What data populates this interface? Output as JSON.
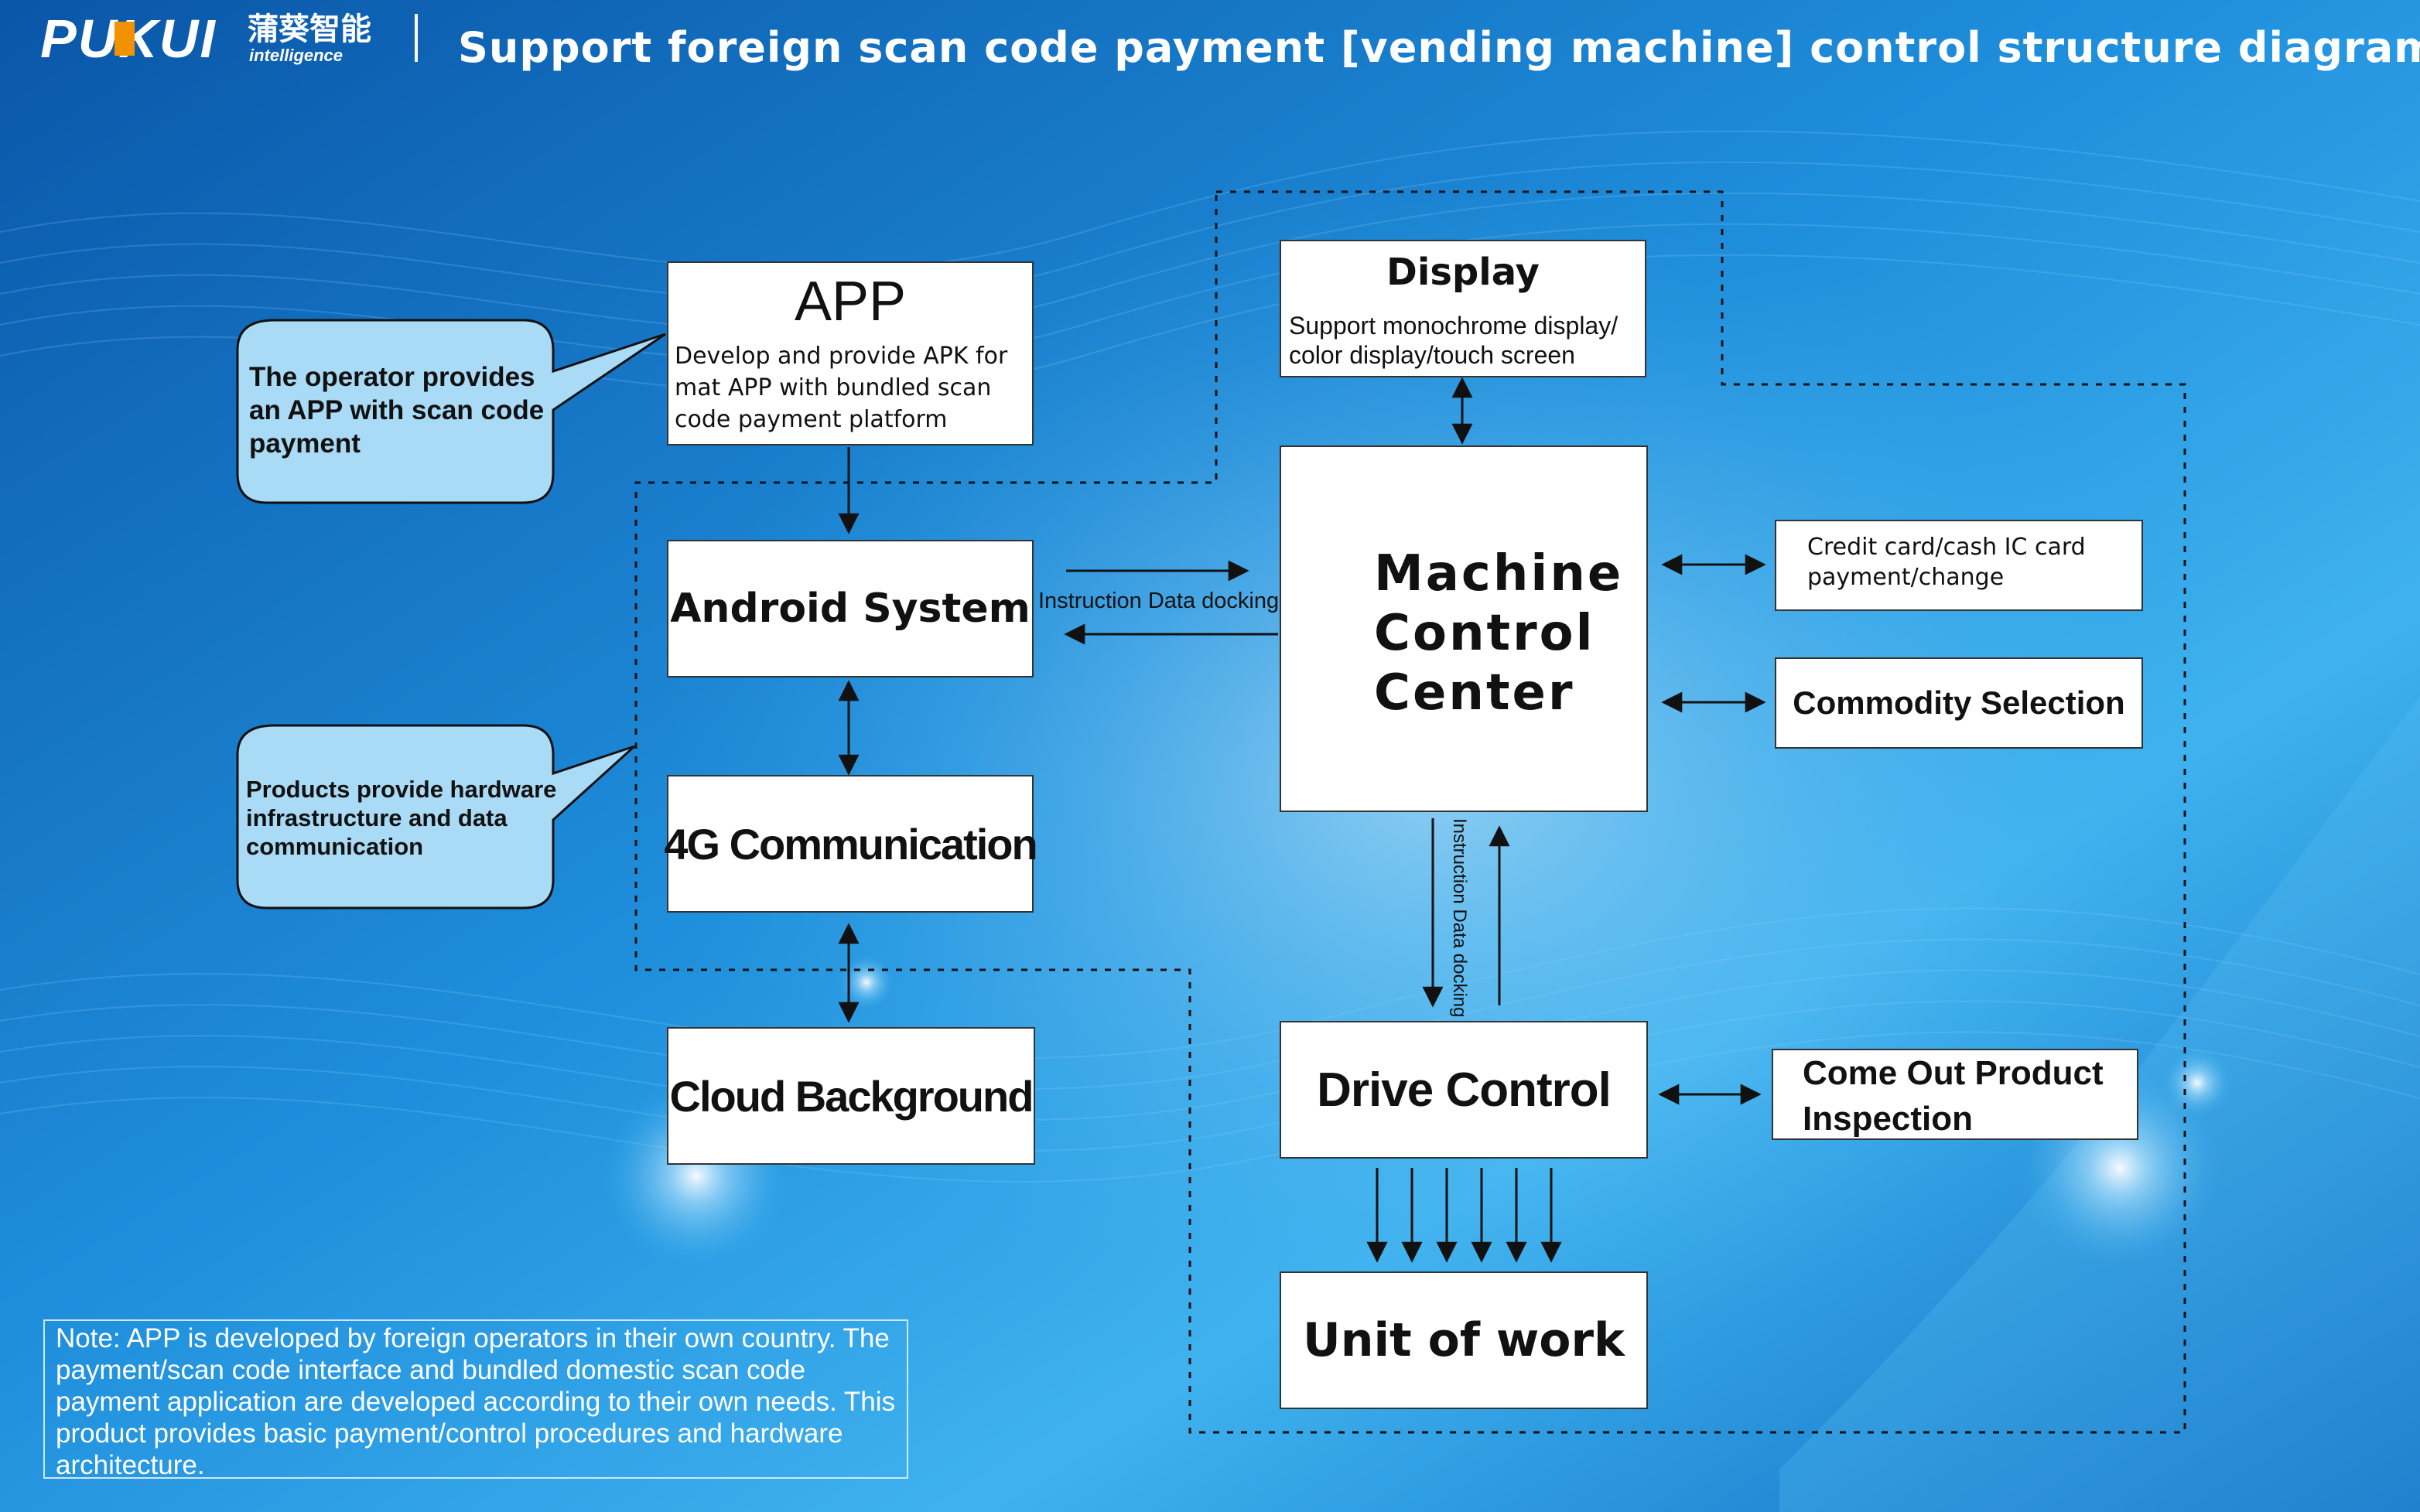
{
  "header": {
    "brand": "PUKUI",
    "brand_cn": "蒲葵智能",
    "brand_sub": "intelligence",
    "title": "Support foreign scan code payment [vending machine] control structure diagram"
  },
  "bubbles": {
    "operator": "The operator provides an APP with scan code payment",
    "products": "Products provide hardware infrastructure and data communication"
  },
  "nodes": {
    "app_title": "APP",
    "app_desc": "Develop and provide APK for mat APP with bundled scan code payment platform",
    "android": "Android System",
    "comm_4g": "4G Communication",
    "cloud": "Cloud Background",
    "display_title": "Display",
    "display_desc": "Support monochrome display/ color display/touch screen",
    "mcc": "Machine Control Center",
    "credit": "Credit card/cash IC card payment/change",
    "commodity": "Commodity Selection",
    "drive": "Drive Control",
    "inspection": "Come Out Product Inspection",
    "unit": "Unit of work"
  },
  "edge_labels": {
    "horizontal": "Instruction Data docking",
    "vertical": "Instruction Data docking"
  },
  "note": "Note: APP is developed by foreign operators in their own country. The payment/scan code interface and bundled domestic scan code payment  application are developed according to their own needs. This product provides basic payment/control procedures and hardware architecture.",
  "colors": {
    "bg_dark": "#0b5fb0",
    "bg_light": "#3fb0ee",
    "bubble_fill": "#a9dbf6",
    "logo_orange": "#f39200"
  }
}
